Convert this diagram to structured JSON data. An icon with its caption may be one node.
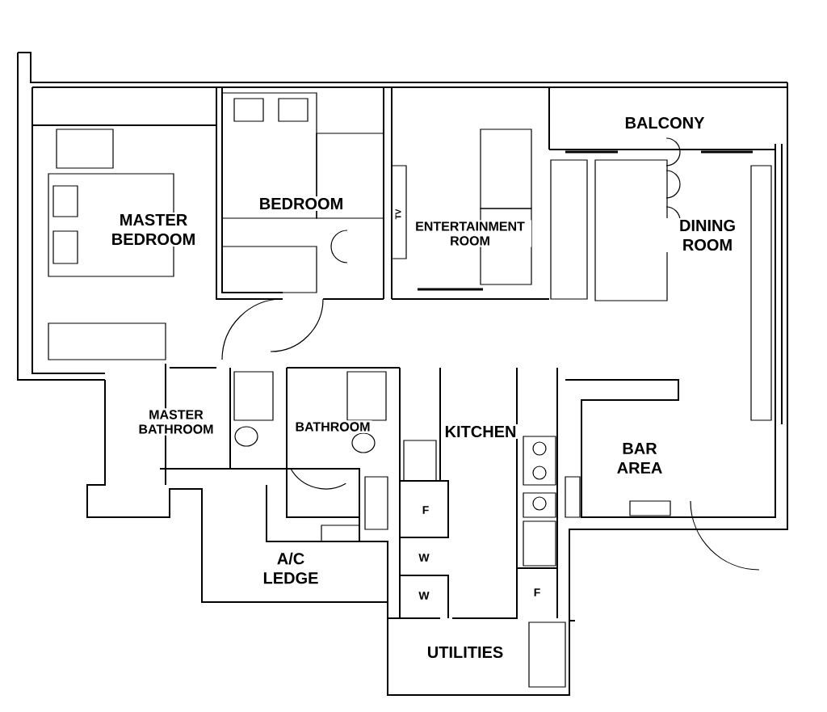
{
  "diagram": {
    "labels": [
      "BALCONY",
      "MASTER BEDROOM",
      "BEDROOM",
      "DINING ROOM",
      "TV",
      "ENTERTAINMENT ROOM",
      "MASTER BATHROOM",
      "BATHROOM",
      "KITCHEN",
      "BAR AREA",
      "F",
      "W",
      "A/C LEDGE",
      "W",
      "F",
      "UTILITIES"
    ]
  }
}
